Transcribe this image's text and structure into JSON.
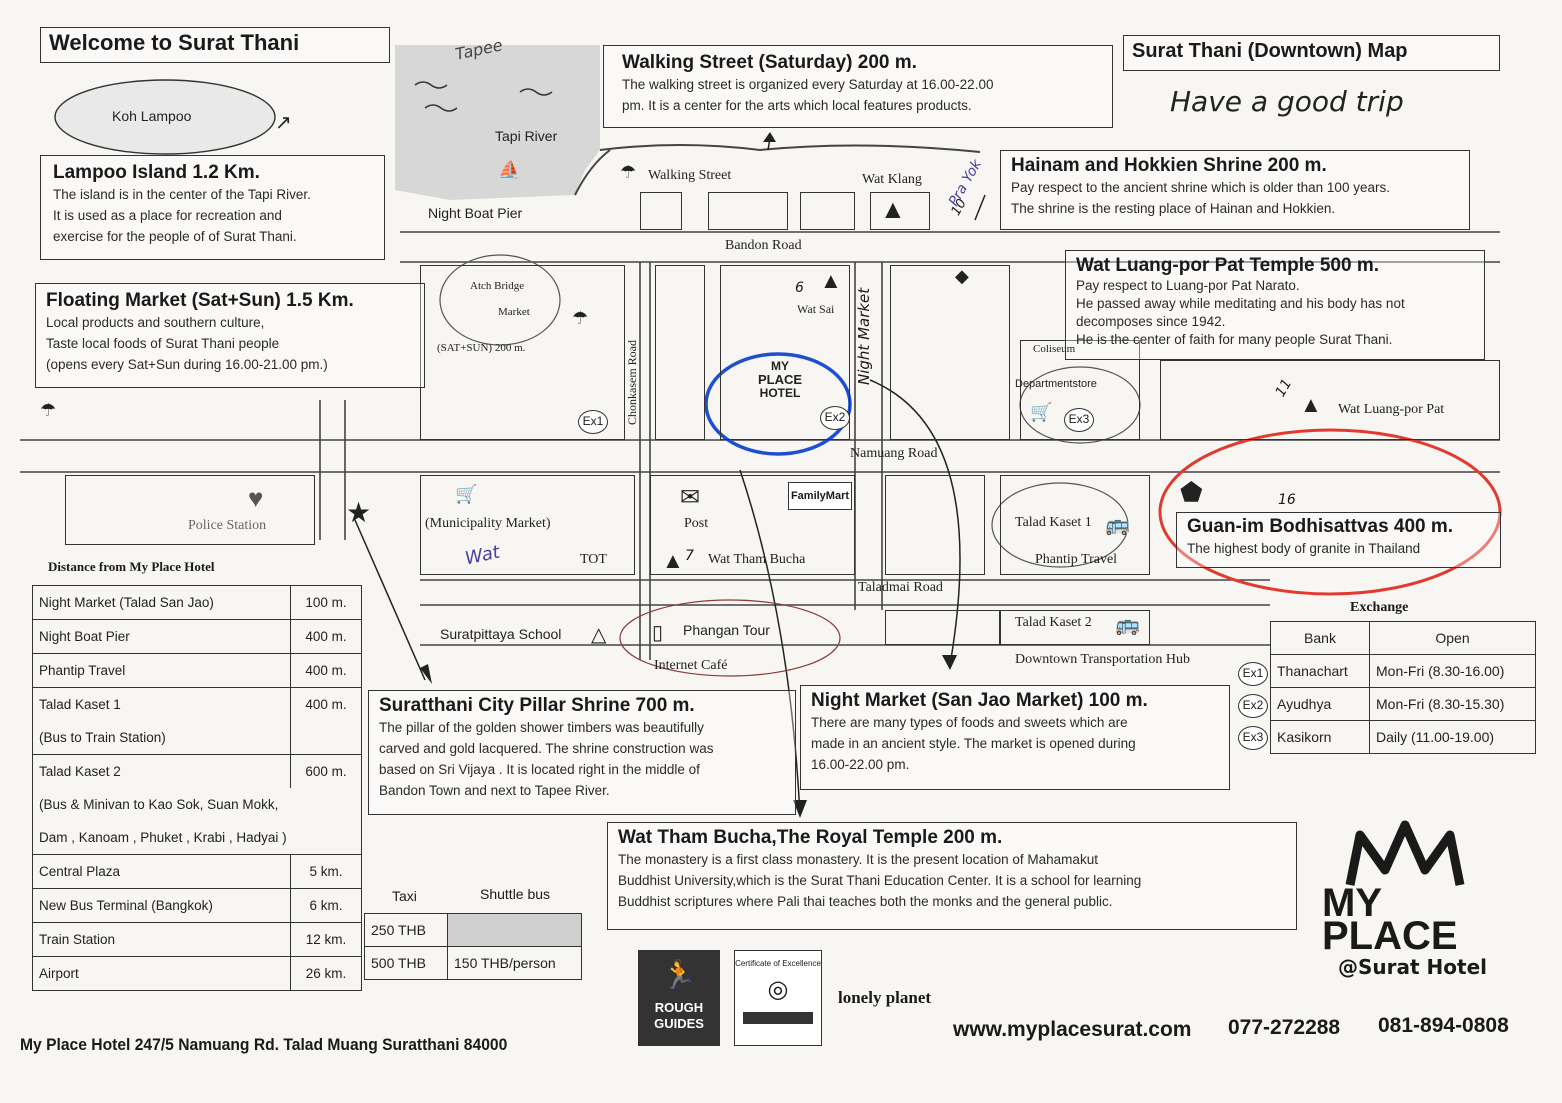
{
  "header": {
    "welcome": "Welcome to Surat Thani",
    "map_title": "Surat Thani (Downtown) Map",
    "handwritten_note": "Have a good trip"
  },
  "places": {
    "lampoo": {
      "title": "Lampoo Island 1.2 Km.",
      "desc": [
        "The island is in the center of the Tapi River.",
        "It is used as a place for recreation and",
        "exercise for the people of of Surat Thani."
      ]
    },
    "floating": {
      "title": "Floating Market (Sat+Sun) 1.5 Km.",
      "desc": [
        "Local products and southern culture,",
        "Taste local foods of Surat Thani people",
        "(opens every Sat+Sun during 16.00-21.00 pm.)"
      ]
    },
    "walking": {
      "title": "Walking Street (Saturday) 200 m.",
      "desc": [
        "The walking street is organized every Saturday at 16.00-22.00",
        "pm. It is a center for the arts which local features products."
      ]
    },
    "hainam": {
      "title": "Hainam and Hokkien Shrine 200 m.",
      "desc": [
        "Pay respect to the ancient shrine which is older than 100 years.",
        "The shrine is the resting place of Hainan and Hokkien."
      ]
    },
    "watluang": {
      "title": "Wat Luang-por Pat Temple 500 m.",
      "desc": [
        "Pay respect to Luang-por Pat Narato.",
        "He passed away while meditating and his body has not",
        "decomposes since 1942.",
        "He is the center of faith for many people Surat Thani."
      ]
    },
    "guanim": {
      "title": "Guan-im Bodhisattvas 400 m.",
      "desc": [
        "The highest body of granite in Thailand"
      ]
    },
    "pillar": {
      "title": "Suratthani City Pillar Shrine 700 m.",
      "desc": [
        "The pillar of the golden shower timbers was beautifully",
        "carved and gold lacquered. The shrine construction was",
        "based on Sri Vijaya . It is located right in the middle of",
        "Bandon Town and next to Tapee River."
      ]
    },
    "nightmarket": {
      "title": "Night Market (San Jao Market) 100 m.",
      "desc": [
        "There are many types of foods and sweets which are",
        "made in an ancient style. The market is opened during",
        "16.00-22.00 pm."
      ]
    },
    "thambucha": {
      "title": "Wat Tham Bucha,The Royal Temple 200 m.",
      "desc": [
        "The monastery is a first class monastery. It is the present location of Mahamakut",
        "Buddhist University,which is the Surat Thani Education Center. It is a school for learning",
        "Buddhist scriptures where Pali thai teaches both the monks and the general public."
      ]
    }
  },
  "map_labels": {
    "koh_lampoo": "Koh Lampoo",
    "tapee": "Tapee",
    "tapi_river": "Tapi River",
    "night_boat_pier": "Night Boat Pier",
    "walking_street": "Walking Street",
    "wat_klang": "Wat Klang",
    "bandon_road": "Bandon Road",
    "atch_bridge": [
      "Atch Bridge",
      "Market",
      "(SAT+SUN) 200 m."
    ],
    "chonkasem_road": "Chonkasem Road",
    "wat_sai": "Wat Sai",
    "night_market_vertical": "Night Market",
    "coliseum": "Coliseum",
    "department_store": "Departmentstore",
    "wat_luang_por_pat": "Wat Luang-por Pat",
    "namuang_road": "Namuang Road",
    "police_station": "Police Station",
    "municipality_market": "(Municipality Market)",
    "post": "Post",
    "familymart": "FamilyMart",
    "wat_tham_bucha": "Wat Tham Bucha",
    "tot": "TOT",
    "wat_written": "Wat",
    "talad_kaset_1": "Talad Kaset 1",
    "phantip_travel": "Phantip Travel",
    "taladmai_road": "Taladmai Road",
    "suratpittaya_school": "Suratpittaya School",
    "phangan_tour": "Phangan Tour",
    "internet_cafe": "Internet Café",
    "talad_kaset_2": "Talad Kaset 2",
    "downtown_hub": "Downtown Transportation Hub",
    "hotel_my": "MY",
    "hotel_place": "PLACE",
    "hotel_hotel": "HOTEL",
    "pra_yok": "Pra Yok"
  },
  "markers": {
    "ex1": "Ex1",
    "ex2": "Ex2",
    "ex3": "Ex3",
    "n6": "6",
    "n7": "7",
    "n10": "10",
    "n11": "11",
    "n16": "16"
  },
  "distance": {
    "heading": "Distance from My Place Hotel",
    "rows": [
      {
        "place": "Night Market (Talad San Jao)",
        "dist": "100 m."
      },
      {
        "place": "Night Boat Pier",
        "dist": "400 m."
      },
      {
        "place": "Phantip Travel",
        "dist": "400 m."
      },
      {
        "place": "Talad Kaset 1",
        "dist": "400 m."
      },
      {
        "place": "(Bus to Train Station)",
        "dist": ""
      },
      {
        "place": "Talad Kaset 2",
        "dist": "600 m."
      },
      {
        "place": "(Bus & Minivan to Kao Sok, Suan Mokk,",
        "dist": ""
      },
      {
        "place": "Dam , Kanoam , Phuket , Krabi , Hadyai )",
        "dist": ""
      },
      {
        "place": "Central Plaza",
        "dist": "5 km."
      },
      {
        "place": "New Bus Terminal (Bangkok)",
        "dist": "6 km."
      },
      {
        "place": "Train Station",
        "dist": "12 km."
      },
      {
        "place": "Airport",
        "dist": "26 km."
      }
    ]
  },
  "transport": {
    "headers": [
      "Taxi",
      "Shuttle bus"
    ],
    "rows": [
      [
        "250 THB",
        ""
      ],
      [
        "500 THB",
        "150 THB/person"
      ]
    ]
  },
  "exchange": {
    "heading": "Exchange",
    "headers": [
      "Bank",
      "Open"
    ],
    "rows": [
      {
        "code": "Ex1",
        "bank": "Thanachart",
        "open": "Mon-Fri (8.30-16.00)"
      },
      {
        "code": "Ex2",
        "bank": "Ayudhya",
        "open": "Mon-Fri (8.30-15.30)"
      },
      {
        "code": "Ex3",
        "bank": "Kasikorn",
        "open": "Daily (11.00-19.00)"
      }
    ]
  },
  "logos": {
    "rough1": "ROUGH",
    "rough2": "GUIDES",
    "cert": "Certificate of Excellence",
    "lonely": "lonely planet",
    "brand1": "MY",
    "brand2": "PLACE",
    "brand_sub": "@Surat Hotel"
  },
  "footer": {
    "address": "My Place Hotel 247/5 Namuang Rd. Talad Muang Suratthani 84000",
    "website": "www.myplacesurat.com",
    "phone1": "077-272288",
    "phone2": "081-894-0808"
  },
  "colors": {
    "blue_circle": "#1f4fd1",
    "red_circle": "#e23a2e",
    "pen": "#4a3f9c"
  }
}
